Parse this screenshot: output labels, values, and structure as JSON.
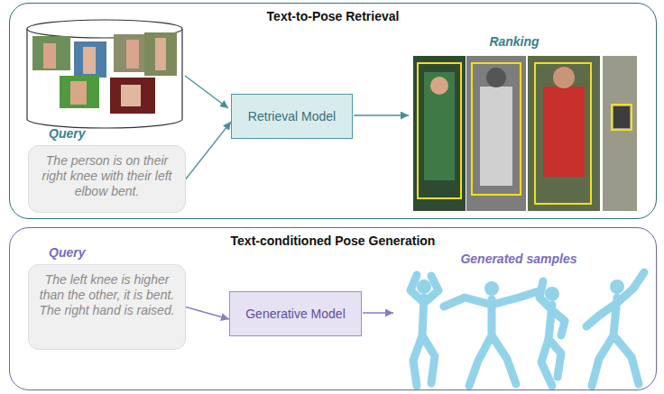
{
  "diagram": {
    "nodes": [
      {
        "text": [
          "Text-to-Pose Retrieval"
        ]
      },
      {
        "text": [
          "Query",
          "The person is on their right knee with their left elbow bent."
        ],
        "in": 0
      },
      {
        "text": [
          "Retrieval Model"
        ],
        "in": 0
      },
      {
        "text": [
          "Text-conditioned Pose Generation"
        ]
      },
      {
        "text": [
          "Query",
          "The left knee is higher than the other, it is bent. The right hand is raised."
        ],
        "in": 3
      },
      {
        "text": [
          "Generative Model"
        ],
        "in": 3
      }
    ],
    "edges": [
      {
        "from": 1,
        "to": 2,
        "arrow": "to"
      },
      {
        "from": 4,
        "to": 5,
        "arrow": "to"
      }
    ],
    "labels": [
      "Ranking",
      "Generated samples"
    ]
  }
}
